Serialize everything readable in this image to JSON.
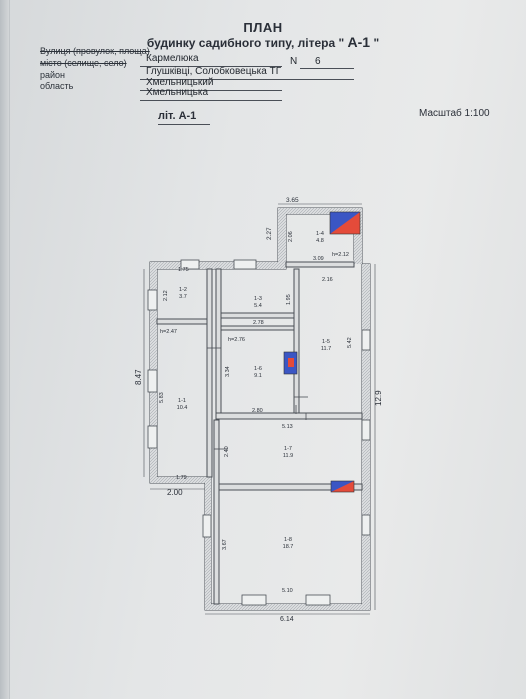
{
  "header": {
    "title": "ПЛАН",
    "subtitle_prefix": "будинку садибного типу, літера \"",
    "subtitle_letter": "А-1",
    "subtitle_suffix": "\""
  },
  "address": {
    "street_label": "Вулиця (провулок, площа)",
    "street_value": "Кармелюка",
    "number_label": "N",
    "number_value": "6",
    "city_label": "місто (селище, село)",
    "city_value": "Глушківці, Солобковецька ТГ",
    "district_label": "район",
    "district_value": "Хмельницький",
    "region_label": "область",
    "region_value": "Хмельницька"
  },
  "scale": "Масштаб 1:100",
  "litera_label": "літ. А-1",
  "plan": {
    "overall": {
      "length": "12.9",
      "width_left": "8.47",
      "width_mid": "2.00",
      "width_bottom": "6.14"
    },
    "dims": {
      "d365": "3.65",
      "d227": "2.27",
      "d206": "2.06",
      "d309": "3.09",
      "d212h": "h=2.12",
      "d175": "1.75",
      "d212": "2.12",
      "d216": "2.16",
      "d195": "1.95",
      "d278": "2.78",
      "h247": "h=2.47",
      "h276": "h=2.76",
      "d542": "5.42",
      "d334": "3.34",
      "d583": "5.83",
      "d280": "2.80",
      "d513": "5.13",
      "d240": "2.40",
      "d179": "1.79",
      "d367": "3.67",
      "d510": "5.10"
    },
    "rooms": [
      {
        "id": "1-1",
        "area": "10.4"
      },
      {
        "id": "1-2",
        "area": "3.7"
      },
      {
        "id": "1-3",
        "area": "5.4"
      },
      {
        "id": "1-4",
        "area": "4.8"
      },
      {
        "id": "1-5",
        "area": "11.7"
      },
      {
        "id": "1-6",
        "area": "9.1"
      },
      {
        "id": "1-7",
        "area": "11.9"
      },
      {
        "id": "1-8",
        "area": "18.7"
      }
    ]
  }
}
